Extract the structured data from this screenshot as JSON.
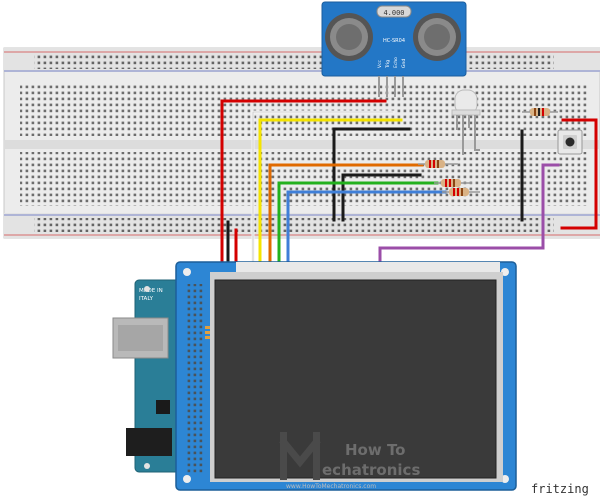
{
  "diagram": {
    "sensor": {
      "display": "4.000",
      "model": "HC-SR04",
      "pins": [
        "Vcc",
        "Trig",
        "Echo",
        "Gnd"
      ]
    },
    "arduino": {
      "made_in": "MADE IN",
      "country": "ITALY"
    },
    "watermark": {
      "line1": "How To",
      "line2": "echatronics",
      "url": "www.HowToMechatronics.com"
    },
    "credit": "fritzing",
    "wire_colors": {
      "red": "#d40000",
      "white": "#f4f4f4",
      "yellow": "#f4e400",
      "orange": "#e06a00",
      "green": "#23b11d",
      "blue": "#3f7fd8",
      "purple": "#9b4ea8",
      "black": "#1a1a1a",
      "lcd_board": "#2d86d4",
      "arduino_board": "#2a7e97"
    }
  }
}
